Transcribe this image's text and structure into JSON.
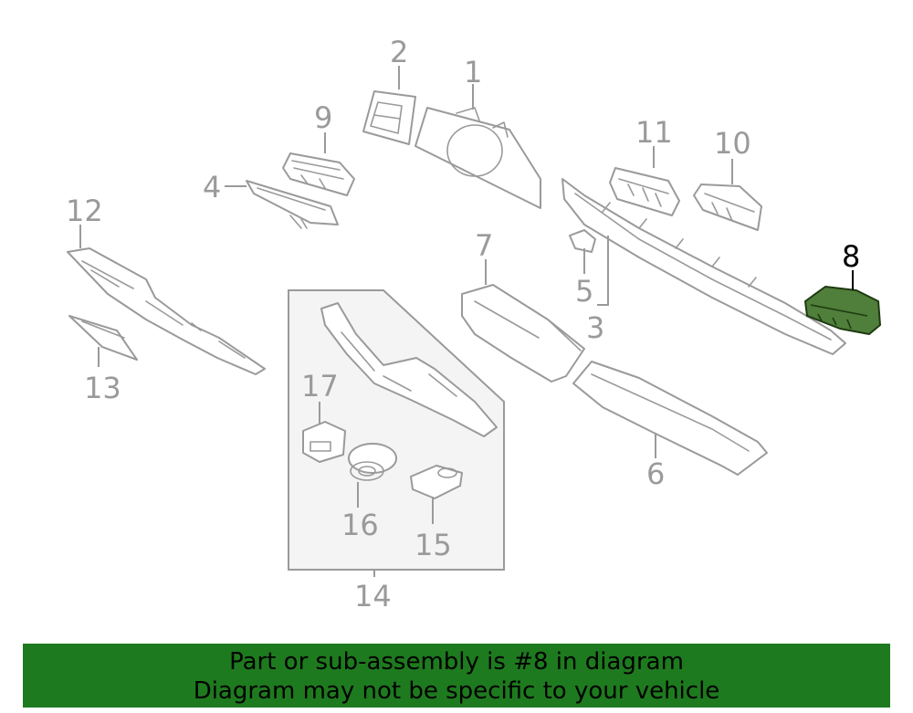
{
  "callouts": {
    "c1": "1",
    "c2": "2",
    "c3": "3",
    "c4": "4",
    "c5": "5",
    "c6": "6",
    "c7": "7",
    "c8": "8",
    "c9": "9",
    "c10": "10",
    "c11": "11",
    "c12": "12",
    "c13": "13",
    "c14": "14",
    "c15": "15",
    "c16": "16",
    "c17": "17"
  },
  "highlighted_part": "8",
  "colors": {
    "highlight": "#4f7f3a",
    "banner": "#1e7a1e",
    "line": "#9a9a9a"
  },
  "banner": {
    "line1": "Part or sub-assembly is #8 in diagram",
    "line2": "Diagram may not be specific to your vehicle"
  }
}
